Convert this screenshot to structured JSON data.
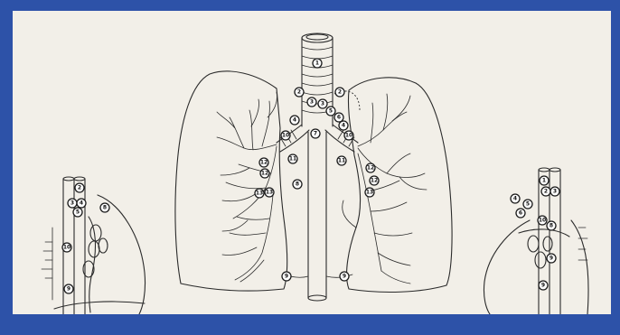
{
  "colors": {
    "frame": "#2d52a8",
    "paper": "#f2efe8",
    "ink": "#2b2b2b"
  },
  "nodes": {
    "trachea_top": "1",
    "paratracheal_r_high": "2",
    "paratracheal_l_high": "2",
    "pretracheal_r": "3",
    "pretracheal_l": "3",
    "tracheobronchial_r": "4",
    "tracheobronchial_l": "4",
    "aortopulmonary": "5",
    "paraaortic": "6",
    "subcarinal": "7",
    "paraesophageal": "8",
    "pulm_ligament_r": "9",
    "pulm_ligament_l": "9",
    "hilar_r": "10",
    "hilar_l": "10",
    "interlobar_r": "11",
    "interlobar_l": "11",
    "lobar_r": "12",
    "lobar_l": "12",
    "segmental_r": "13",
    "segmental_l": "13",
    "side_r_a": "2",
    "side_r_b": "3",
    "side_r_c": "4",
    "side_r_d": "5",
    "side_r_e": "8",
    "side_r_f": "10",
    "side_r_g": "9",
    "side_l_a": "1",
    "side_l_b": "2",
    "side_l_c": "3",
    "side_l_d": "4",
    "side_l_e": "5",
    "side_l_f": "6",
    "side_l_g": "10",
    "side_l_h": "8",
    "side_l_i": "9"
  }
}
